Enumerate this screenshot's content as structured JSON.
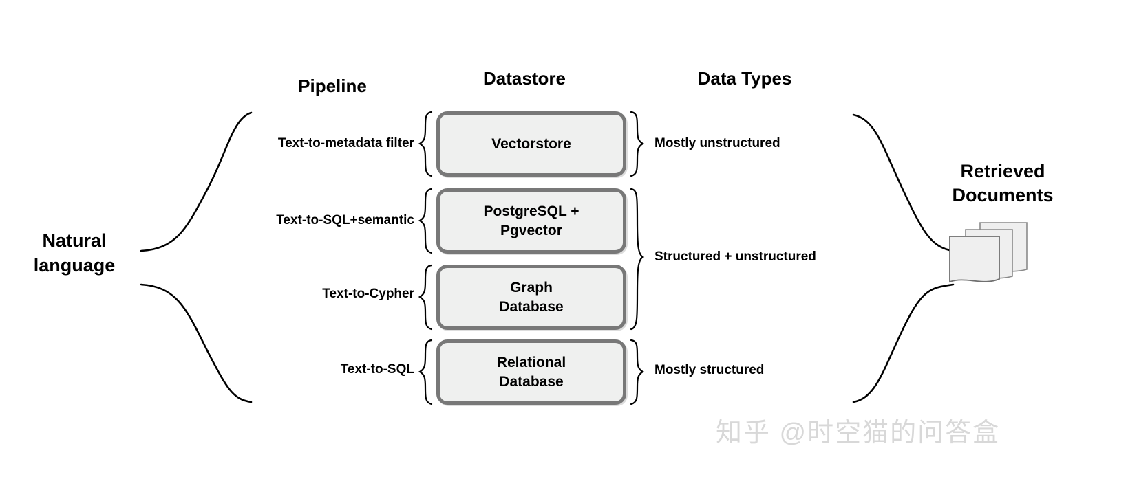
{
  "diagram": {
    "title_flow": "Natural language to Retrieved Documents",
    "headers": {
      "pipeline": "Pipeline",
      "datastore": "Datastore",
      "data_types": "Data Types"
    },
    "input": {
      "label_line1": "Natural",
      "label_line2": "language"
    },
    "output": {
      "label_line1": "Retrieved",
      "label_line2": "Documents",
      "icon": "documents-stack-icon"
    },
    "rows": [
      {
        "pipeline": "Text-to-metadata filter",
        "datastore_line1": "Vectorstore",
        "datastore_line2": ""
      },
      {
        "pipeline": "Text-to-SQL+semantic",
        "datastore_line1": "PostgreSQL +",
        "datastore_line2": "Pgvector"
      },
      {
        "pipeline": "Text-to-Cypher",
        "datastore_line1": "Graph",
        "datastore_line2": "Database"
      },
      {
        "pipeline": "Text-to-SQL",
        "datastore_line1": "Relational",
        "datastore_line2": "Database"
      }
    ],
    "data_types": [
      {
        "label": "Mostly unstructured",
        "spans_rows": [
          0
        ]
      },
      {
        "label": "Structured + unstructured",
        "spans_rows": [
          1,
          2
        ]
      },
      {
        "label": "Mostly structured",
        "spans_rows": [
          3
        ]
      }
    ],
    "colors": {
      "box_fill": "#eff0ef",
      "box_border": "#787878",
      "text": "#000000",
      "background": "#ffffff",
      "watermark": "#d8d8d8",
      "curve": "#000000"
    }
  },
  "watermark": {
    "text": "知乎 @时空猫的问答盒"
  }
}
